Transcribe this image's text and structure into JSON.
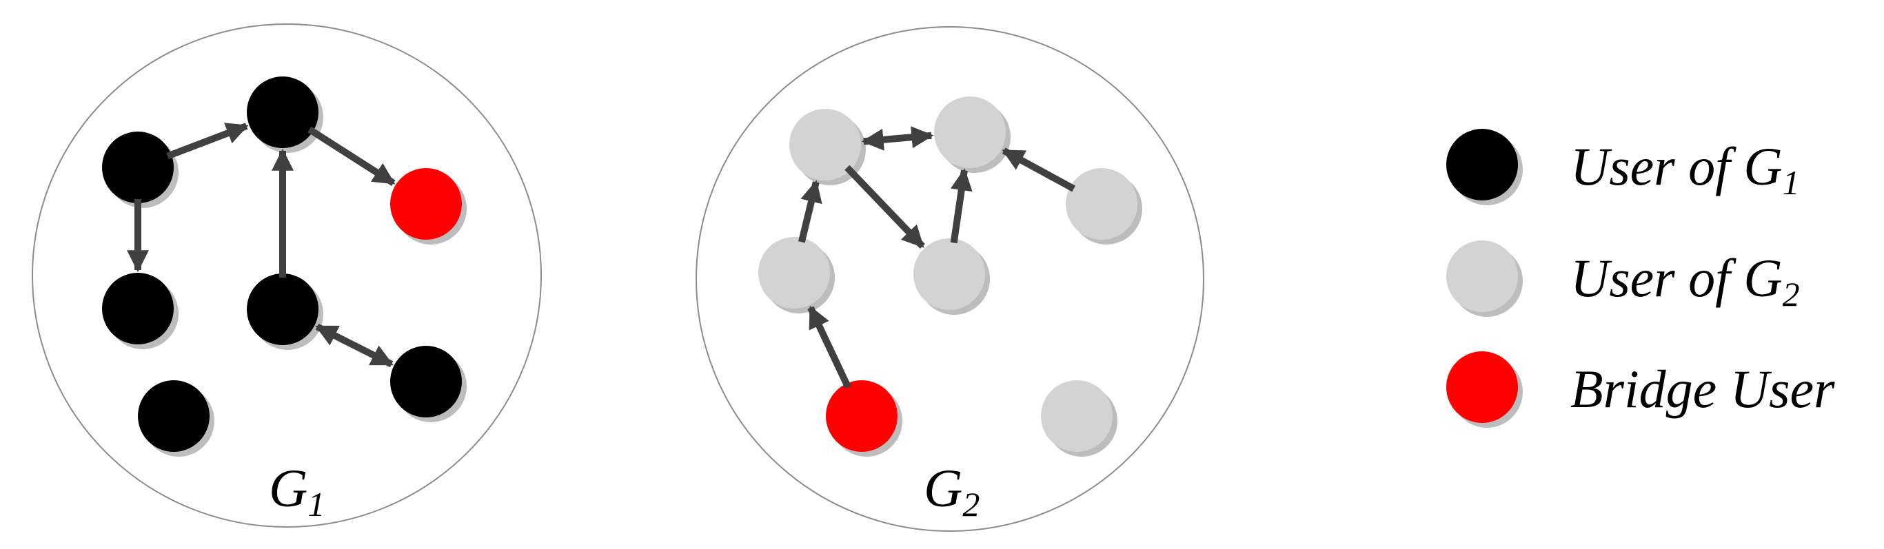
{
  "graphs": [
    {
      "id": "g1",
      "label": "G",
      "label_sub": "1",
      "nodes": [
        {
          "id": "a",
          "kind": "user_g1"
        },
        {
          "id": "b",
          "kind": "user_g1"
        },
        {
          "id": "c",
          "kind": "bridge"
        },
        {
          "id": "d",
          "kind": "user_g1"
        },
        {
          "id": "e",
          "kind": "user_g1"
        },
        {
          "id": "f",
          "kind": "user_g1"
        },
        {
          "id": "g",
          "kind": "user_g1"
        }
      ],
      "edges": [
        {
          "from": "a",
          "to": "b",
          "bidirectional": false
        },
        {
          "from": "b",
          "to": "c",
          "bidirectional": false
        },
        {
          "from": "a",
          "to": "d",
          "bidirectional": false
        },
        {
          "from": "e",
          "to": "b",
          "bidirectional": false
        },
        {
          "from": "e",
          "to": "f",
          "bidirectional": true
        }
      ]
    },
    {
      "id": "g2",
      "label": "G",
      "label_sub": "2",
      "nodes": [
        {
          "id": "h",
          "kind": "user_g2"
        },
        {
          "id": "i",
          "kind": "user_g2"
        },
        {
          "id": "j",
          "kind": "user_g2"
        },
        {
          "id": "k",
          "kind": "user_g2"
        },
        {
          "id": "l",
          "kind": "user_g2"
        },
        {
          "id": "m",
          "kind": "bridge"
        },
        {
          "id": "n",
          "kind": "user_g2"
        }
      ],
      "edges": [
        {
          "from": "h",
          "to": "i",
          "bidirectional": true
        },
        {
          "from": "h",
          "to": "l",
          "bidirectional": false
        },
        {
          "from": "l",
          "to": "i",
          "bidirectional": false
        },
        {
          "from": "j",
          "to": "i",
          "bidirectional": false
        },
        {
          "from": "k",
          "to": "h",
          "bidirectional": false
        },
        {
          "from": "m",
          "to": "k",
          "bidirectional": false
        }
      ]
    }
  ],
  "legend": [
    {
      "kind": "user_g1",
      "text": "User of G",
      "sub": "1"
    },
    {
      "kind": "user_g2",
      "text": "User of G",
      "sub": "2"
    },
    {
      "kind": "bridge",
      "text": "Bridge User",
      "sub": ""
    }
  ],
  "colors": {
    "user_g1": "#000000",
    "user_g2": "#d3d3d3",
    "bridge": "#ff0000",
    "edge": "#404040",
    "circle_border": "#8c8c8c",
    "node_shadow": "#bdbdbd"
  }
}
